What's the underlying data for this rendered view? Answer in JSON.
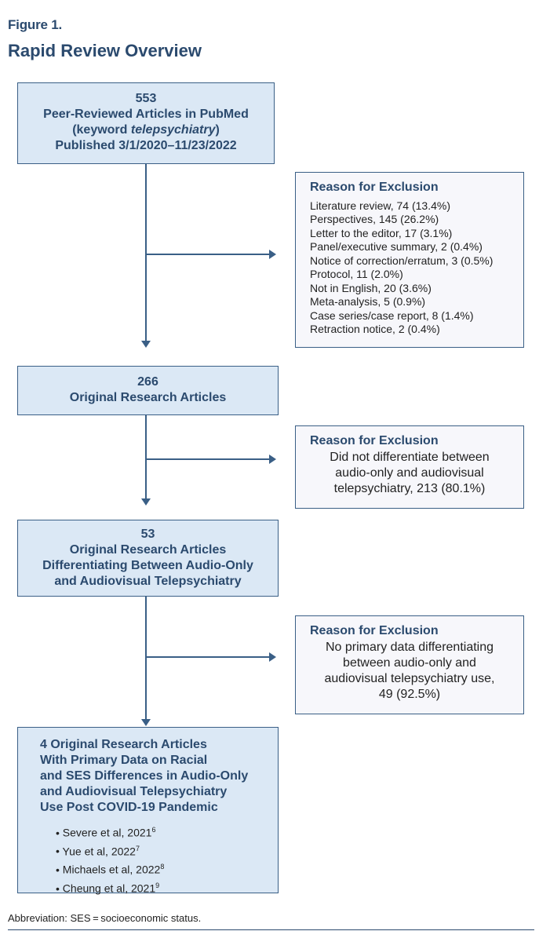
{
  "figure_label": "Figure 1.",
  "title": "Rapid Review Overview",
  "box1": {
    "count": "553",
    "line1": "Peer-Reviewed Articles in PubMed",
    "line2_pre": "(keyword ",
    "line2_em": "telepsychiatry",
    "line2_post": ")",
    "line3": "Published 3/1/2020–11/23/2022"
  },
  "excl1": {
    "heading": "Reason for Exclusion",
    "items": [
      "Literature review, 74 (13.4%)",
      "Perspectives, 145 (26.2%)",
      "Letter to the editor, 17 (3.1%)",
      "Panel/executive summary, 2 (0.4%)",
      "Notice of correction/erratum, 3 (0.5%)",
      "Protocol, 11 (2.0%)",
      "Not in English, 20 (3.6%)",
      "Meta-analysis, 5 (0.9%)",
      "Case series/case report, 8 (1.4%)",
      "Retraction notice, 2 (0.4%)"
    ]
  },
  "box2": {
    "count": "266",
    "line1": "Original Research Articles"
  },
  "excl2": {
    "heading": "Reason for Exclusion",
    "lines": [
      "Did not differentiate between",
      "audio-only and audiovisual",
      "telepsychiatry, 213 (80.1%)"
    ]
  },
  "box3": {
    "count": "53",
    "lines": [
      "Original Research Articles",
      "Differentiating Between Audio-Only",
      "and Audiovisual Telepsychiatry"
    ]
  },
  "excl3": {
    "heading": "Reason for Exclusion",
    "lines": [
      "No primary data differentiating",
      "between audio-only and",
      "audiovisual telepsychiatry use,",
      "49 (92.5%)"
    ]
  },
  "box4": {
    "lines": [
      "4 Original Research Articles",
      "With Primary Data on Racial",
      "and SES Differences in Audio-Only",
      "and Audiovisual Telepsychiatry",
      "Use Post COVID-19 Pandemic"
    ],
    "refs": [
      {
        "text": "Severe et al, 2021",
        "sup": "6"
      },
      {
        "text": "Yue et al, 2022",
        "sup": "7"
      },
      {
        "text": "Michaels et al, 2022",
        "sup": "8"
      },
      {
        "text": "Cheung et al, 2021",
        "sup": "9"
      }
    ]
  },
  "footnote": "Abbreviation: SES = socioeconomic status."
}
